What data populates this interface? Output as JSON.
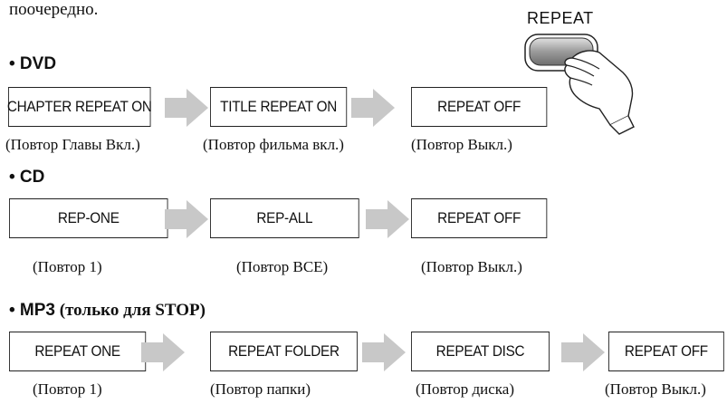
{
  "intro_text": "поочередно.",
  "repeat_button_label": "REPEAT",
  "sections": {
    "dvd": {
      "title": "• DVD",
      "steps": [
        {
          "label": "CHAPTER REPEAT ON",
          "caption": "(Повтор Главы Вкл.)"
        },
        {
          "label": "TITLE REPEAT ON",
          "caption": "(Повтор фильма вкл.)"
        },
        {
          "label": "REPEAT OFF",
          "caption": "(Повтор Выкл.)"
        }
      ]
    },
    "cd": {
      "title": "• CD",
      "steps": [
        {
          "label": "REP-ONE",
          "caption": "(Повтор  1)"
        },
        {
          "label": "REP-ALL",
          "caption": "(Повтор ВСЕ)"
        },
        {
          "label": "REPEAT OFF",
          "caption": "(Повтор Выкл.)"
        }
      ]
    },
    "mp3": {
      "title": "• MP3",
      "title_suffix": " (только для  STOP)",
      "steps": [
        {
          "label": "REPEAT ONE",
          "caption": "(Повтор  1)"
        },
        {
          "label": "REPEAT FOLDER",
          "caption": "(Повтор папки)"
        },
        {
          "label": "REPEAT DISC",
          "caption": "(Повтор диска)"
        },
        {
          "label": "REPEAT OFF",
          "caption": "(Повтор Выкл.)"
        }
      ]
    }
  }
}
